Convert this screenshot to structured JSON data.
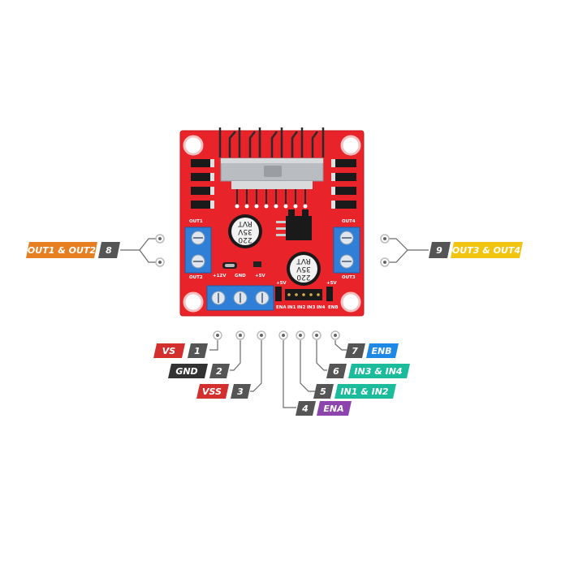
{
  "board": {
    "out1": "OUT1",
    "out2": "OUT2",
    "out3": "OUT3",
    "out4": "OUT4",
    "v12": "+12V",
    "gnd": "GND",
    "v5": "+5V",
    "v5_left": "+5V",
    "v5_right": "+5V",
    "ena": "ENA",
    "in1": "IN1",
    "in2": "IN2",
    "in3": "IN3",
    "in4": "IN4",
    "enb": "ENB",
    "cap1": [
      "220",
      "35V",
      "RVT"
    ],
    "cap2": [
      "220",
      "35V",
      "RVT"
    ]
  },
  "pins": [
    {
      "num": "1",
      "label": "VS",
      "color": "#d32f2f"
    },
    {
      "num": "2",
      "label": "GND",
      "color": "#333333"
    },
    {
      "num": "3",
      "label": "VSS",
      "color": "#d32f2f"
    },
    {
      "num": "4",
      "label": "ENA",
      "color": "#8e44ad"
    },
    {
      "num": "5",
      "label": "IN1 & IN2",
      "color": "#1abc9c"
    },
    {
      "num": "6",
      "label": "IN3 & IN4",
      "color": "#1abc9c"
    },
    {
      "num": "7",
      "label": "ENB",
      "color": "#1e88e5"
    },
    {
      "num": "8",
      "label": "OUT1 & OUT2",
      "color": "#e67e22"
    },
    {
      "num": "9",
      "label": "OUT3 & OUT4",
      "color": "#f1c40f"
    }
  ],
  "colors": {
    "pcb": "#e8232a",
    "terminal": "#2f7fd6",
    "heatsink": "#b9bcc0",
    "number_tag": "#555555"
  }
}
